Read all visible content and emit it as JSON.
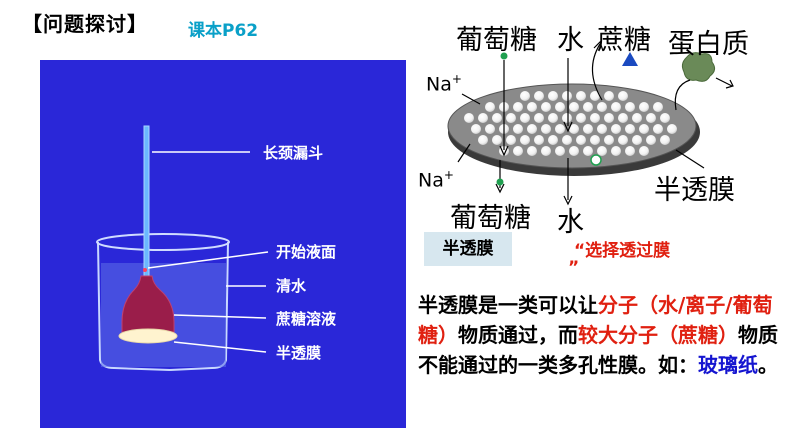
{
  "header": {
    "title": "【问题探讨】",
    "reference": "课本P62"
  },
  "apparatus": {
    "labels": {
      "funnel": "长颈漏斗",
      "start_level": "开始液面",
      "water": "清水",
      "sucrose": "蔗糖溶液",
      "membrane": "半透膜"
    }
  },
  "diagram": {
    "glucose_top": "葡萄糖",
    "water_top": "水",
    "sucrose_top": "蔗糖",
    "protein": "蛋白质",
    "ion_top": {
      "base": "Na",
      "sup": "+"
    },
    "ion_bottom": {
      "base": "Na",
      "sup": "+"
    },
    "membrane_label": "半透膜",
    "glucose_bottom": "葡萄糖",
    "water_bottom": "水"
  },
  "tags": {
    "term": "半透膜",
    "selective": "“选择透过膜",
    "quote_close": "”"
  },
  "description": {
    "p1": "半透膜是一类可以让",
    "p2": "分子（水/离子/葡萄糖）",
    "p3": "物质通过，而",
    "p4": "较大分子（蔗糖）",
    "p5": "物质不能通过的一类多孔性膜。如：",
    "p6": "玻璃纸",
    "p7": "。"
  },
  "colors": {
    "panel": "#2a27d8",
    "red": "#e02010",
    "blue": "#1515d0",
    "cyan": "#0aa0c8",
    "sucrose": "#9a1d4a"
  }
}
